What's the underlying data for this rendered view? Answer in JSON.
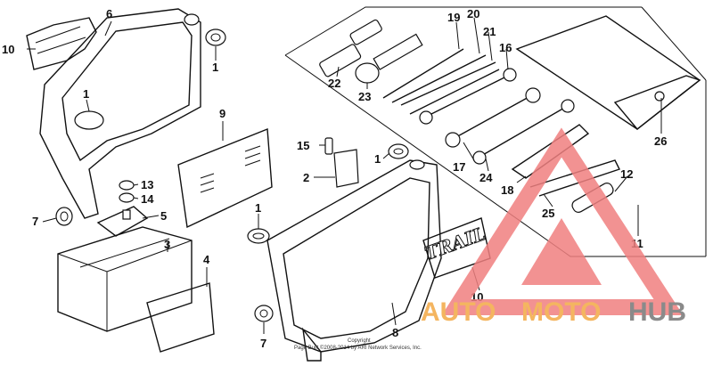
{
  "callouts": [
    {
      "id": "c10a",
      "text": "10"
    },
    {
      "id": "c6",
      "text": "6"
    },
    {
      "id": "c1a",
      "text": "1"
    },
    {
      "id": "c1b",
      "text": "1"
    },
    {
      "id": "c9",
      "text": "9"
    },
    {
      "id": "c15",
      "text": "15"
    },
    {
      "id": "c2",
      "text": "2"
    },
    {
      "id": "c1c",
      "text": "1"
    },
    {
      "id": "c13",
      "text": "13"
    },
    {
      "id": "c14",
      "text": "14"
    },
    {
      "id": "c5",
      "text": "5"
    },
    {
      "id": "c7a",
      "text": "7"
    },
    {
      "id": "c3",
      "text": "3"
    },
    {
      "id": "c4",
      "text": "4"
    },
    {
      "id": "c1d",
      "text": "1"
    },
    {
      "id": "c7b",
      "text": "7"
    },
    {
      "id": "c8",
      "text": "8"
    },
    {
      "id": "c10b",
      "text": "10"
    },
    {
      "id": "c22",
      "text": "22"
    },
    {
      "id": "c23",
      "text": "23"
    },
    {
      "id": "c19",
      "text": "19"
    },
    {
      "id": "c20",
      "text": "20"
    },
    {
      "id": "c21",
      "text": "21"
    },
    {
      "id": "c16",
      "text": "16"
    },
    {
      "id": "c17",
      "text": "17"
    },
    {
      "id": "c24",
      "text": "24"
    },
    {
      "id": "c18",
      "text": "18"
    },
    {
      "id": "c25",
      "text": "25"
    },
    {
      "id": "c12",
      "text": "12"
    },
    {
      "id": "c11",
      "text": "11"
    },
    {
      "id": "c26",
      "text": "26"
    }
  ],
  "emblem_text": "TRAIL",
  "copyright": {
    "line1": "Copyright",
    "line2": "Page Built ©2008-2014 by ARI Network Services, Inc."
  },
  "watermark": {
    "part1": "AUTO",
    "part2": "MOTO",
    "part3": "HUB",
    "color_red": "#f08080",
    "color_orange": "#f4b560",
    "color_gray": "#8a8a8a"
  }
}
